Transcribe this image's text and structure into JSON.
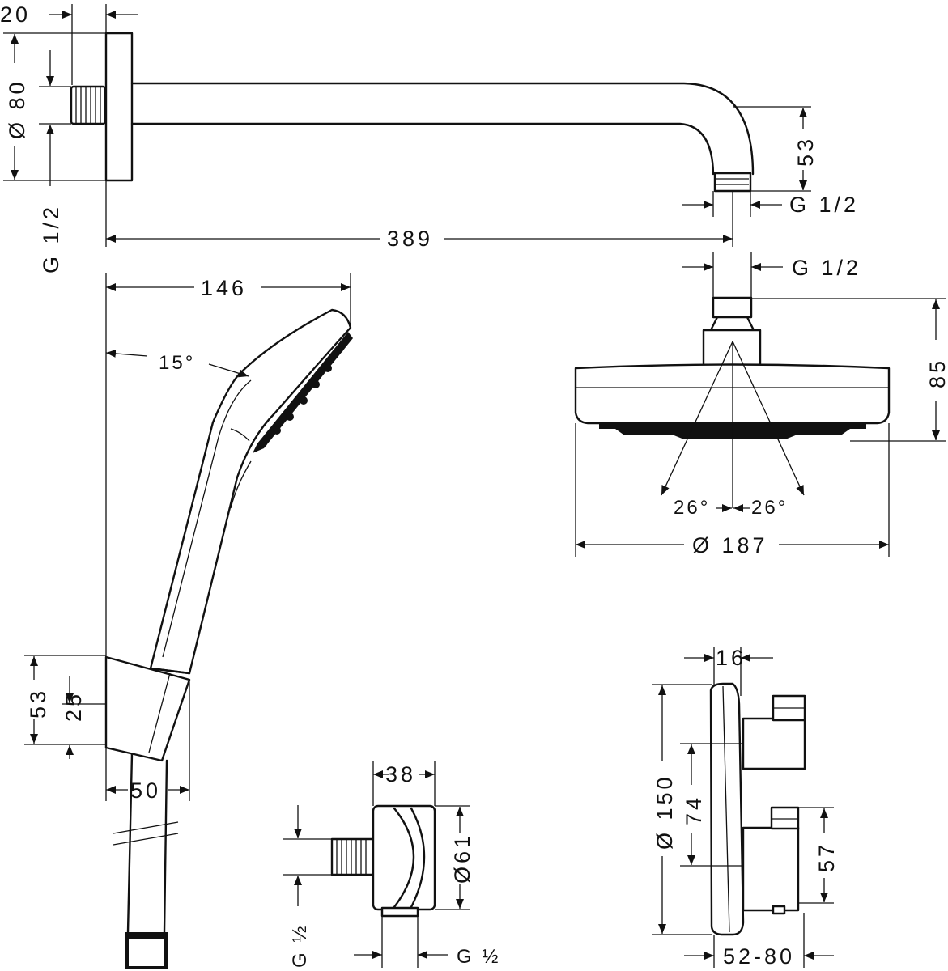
{
  "colors": {
    "line": "#111111",
    "background": "#ffffff"
  },
  "labels": {
    "arm_wall_depth": "20",
    "arm_flange_dia": "Ø 80",
    "arm_inlet_thread": "G 1/2",
    "arm_drop": "53",
    "arm_outlet_thread": "G 1/2",
    "arm_length": "389",
    "head_inlet_thread": "G 1/2",
    "head_height": "85",
    "head_angle_left": "26°",
    "head_angle_right": "26°",
    "head_dia": "Ø 187",
    "hand_length": "146",
    "hand_angle": "15°",
    "holder_height": "53",
    "holder_offset": "25",
    "holder_width": "50",
    "outlet_depth": "38",
    "outlet_dia": "Ø61",
    "outlet_thread_left": "G ½",
    "outlet_thread_bottom": "G ½",
    "mixer_depth": "16",
    "mixer_dia": "Ø 150",
    "mixer_spacing": "74",
    "mixer_lower": "57",
    "mixer_range": "52-80"
  }
}
